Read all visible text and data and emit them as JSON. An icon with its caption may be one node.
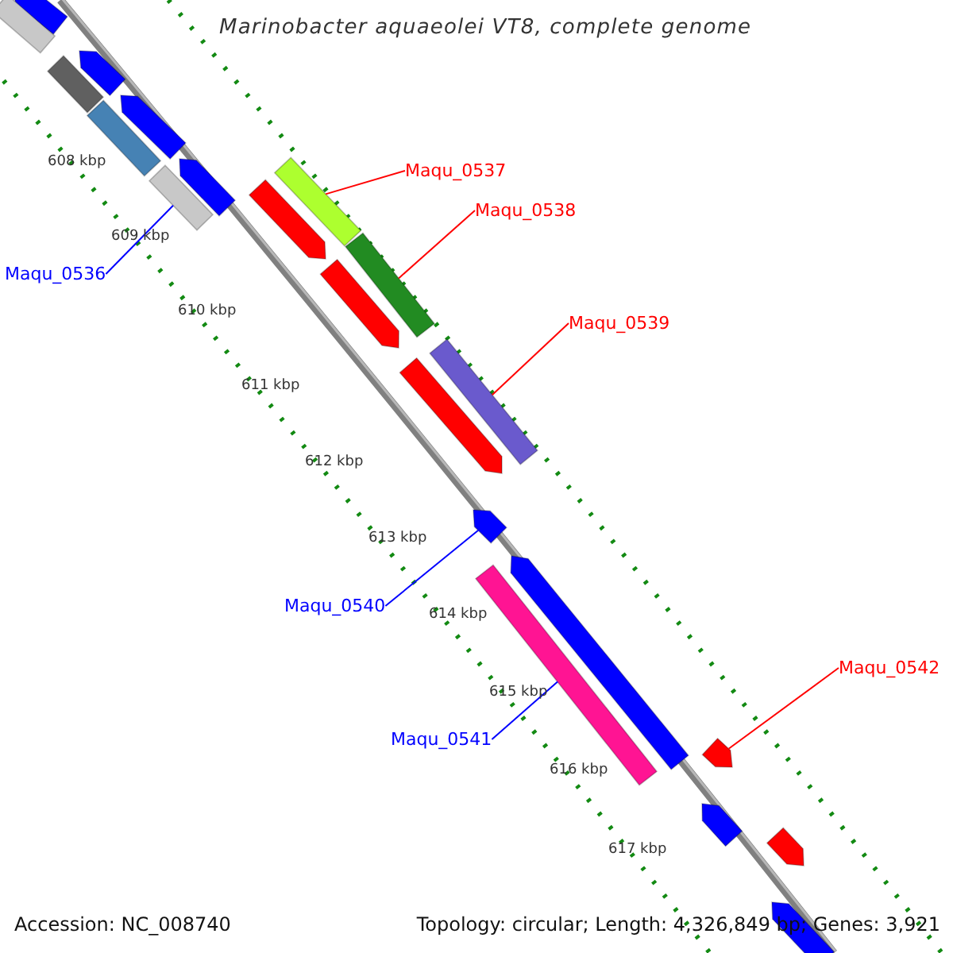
{
  "diagram": {
    "title": "Marinobacter aquaeolei VT8, complete genome",
    "nodes": [
      {
        "text": [
          "Maqu_0536"
        ]
      },
      {
        "text": [
          "Maqu_0537"
        ]
      },
      {
        "text": [
          "Maqu_0538"
        ]
      },
      {
        "text": [
          "Maqu_0539"
        ]
      },
      {
        "text": [
          "Maqu_0540"
        ]
      },
      {
        "text": [
          "Maqu_0541"
        ]
      },
      {
        "text": [
          "Maqu_0542"
        ]
      },
      {
        "text": [],
        "shape": "bar"
      },
      {
        "text": [],
        "shape": "bar"
      },
      {
        "text": [],
        "shape": "bar"
      },
      {
        "text": [],
        "shape": "bar"
      },
      {
        "text": [],
        "shape": "bar"
      },
      {
        "text": [],
        "shape": "bar"
      },
      {
        "text": [],
        "shape": "bar"
      },
      {
        "text": [],
        "shape": "bar"
      },
      {
        "text": [],
        "shape": "bar"
      },
      {
        "text": [],
        "shape": "bar"
      },
      {
        "text": [],
        "shape": "bar"
      },
      {
        "text": [],
        "shape": "bar"
      },
      {
        "text": [],
        "shape": "bar"
      },
      {
        "text": [],
        "shape": "bar"
      },
      {
        "text": [],
        "shape": "bar"
      },
      {
        "text": [],
        "shape": "bar"
      },
      {
        "text": [],
        "shape": "bar"
      },
      {
        "text": [],
        "shape": "bar"
      },
      {
        "text": [],
        "shape": "bar"
      },
      {
        "text": [],
        "shape": "bar"
      },
      {
        "text": [],
        "shape": "bar"
      }
    ],
    "edges": [
      {
        "from": 0,
        "to": 15,
        "arrow": "none",
        "color": "#0000ff"
      },
      {
        "from": 1,
        "to": 14,
        "arrow": "none"
      },
      {
        "from": 2,
        "to": 17,
        "arrow": "none"
      },
      {
        "from": 3,
        "to": 19,
        "arrow": "none"
      },
      {
        "from": 4,
        "to": 21,
        "arrow": "none",
        "color": "#0000ff"
      },
      {
        "from": 5,
        "to": 23,
        "arrow": "none",
        "color": "#0000ff"
      },
      {
        "from": 6,
        "to": 24,
        "arrow": "none"
      }
    ],
    "labels": [
      "608 kbp",
      "609 kbp",
      "610 kbp",
      "611 kbp",
      "612 kbp",
      "613 kbp",
      "614 kbp",
      "615 kbp",
      "616 kbp",
      "617 kbp",
      "Accession: NC_008740",
      "Topology: circular; Length: 4,326,849 bp; Genes: 3,921"
    ]
  }
}
